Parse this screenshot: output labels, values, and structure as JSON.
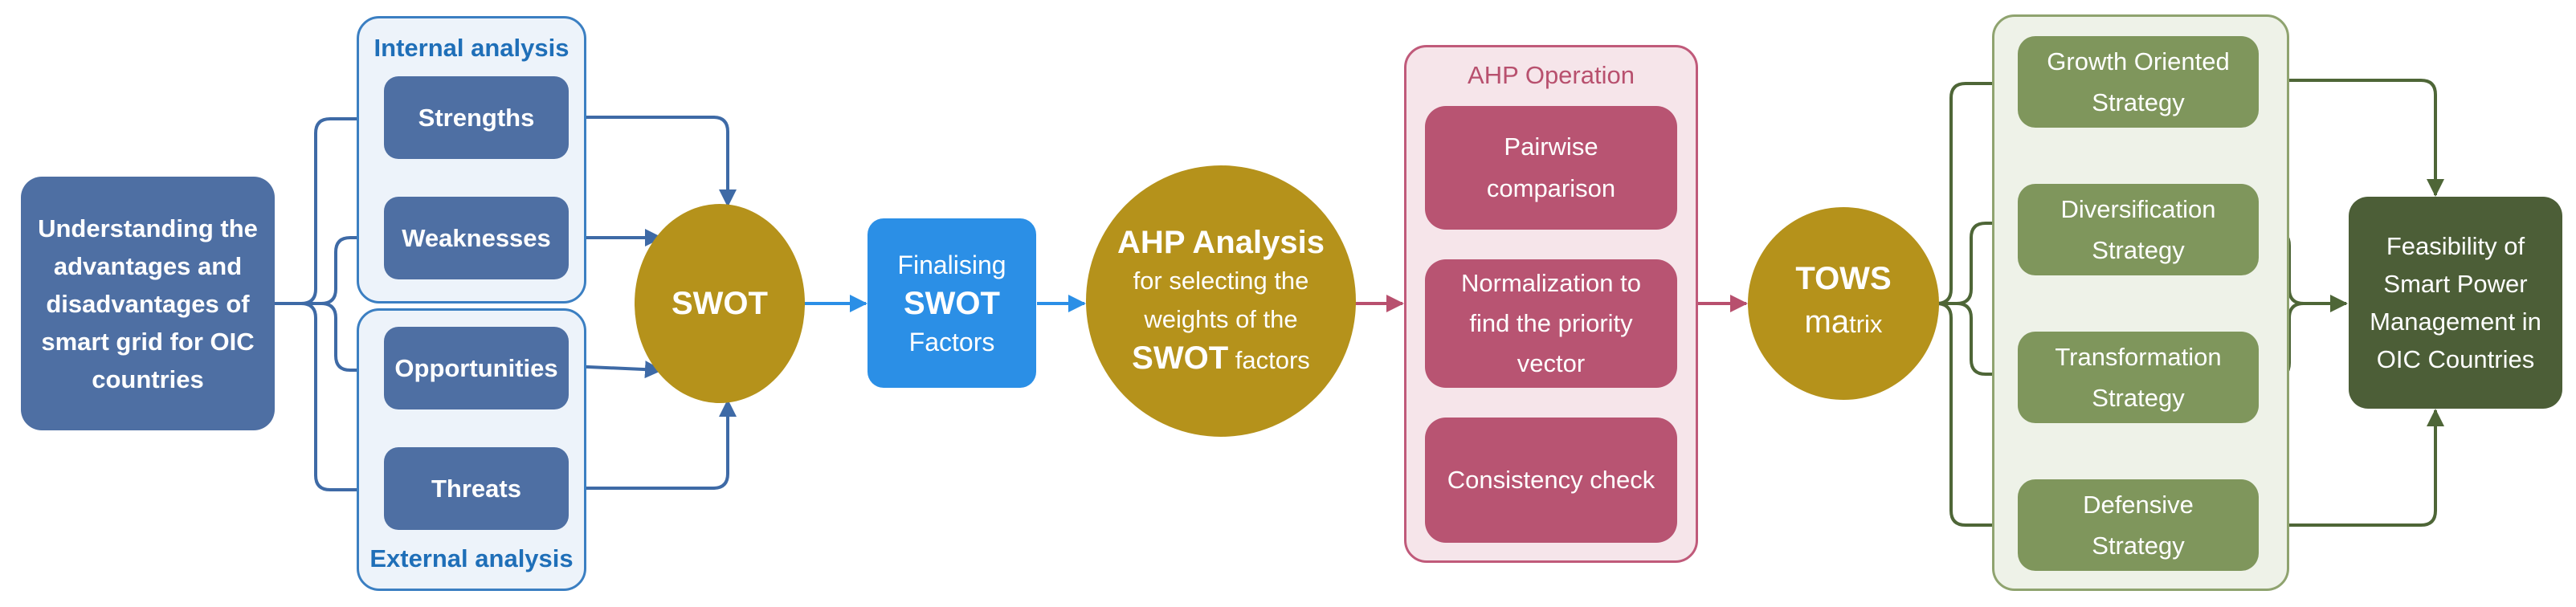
{
  "colors": {
    "blue_node": "#4e6fa3",
    "blue_border": "#3b7fc2",
    "blue_group_fill": "#edf3fa",
    "blue_text": "#1f6fb8",
    "bright_blue": "#2b8fe6",
    "gold": "#b5921b",
    "crimson": "#b85472",
    "crimson_group_fill": "#f6e5ea",
    "olive": "#7f965c",
    "olive_group_fill": "#eef2e8",
    "olive_dark": "#556b3d",
    "dark_green": "#4c5e37",
    "arrow_blue": "#3e6aa6",
    "arrow_crimson": "#b8506e",
    "arrow_green": "#4e6637"
  },
  "nodes": {
    "understanding": [
      "Understanding the",
      "advantages and",
      "disadvantages of",
      "smart grid for OIC",
      "countries"
    ],
    "internal_label": "Internal analysis",
    "external_label": "External analysis",
    "strengths": "Strengths",
    "weaknesses": "Weaknesses",
    "opportunities": "Opportunities",
    "threats": "Threats",
    "swot": "SWOT",
    "finalising": {
      "line1": "Finalising",
      "line2": "SWOT",
      "line3": "Factors"
    },
    "ahp_analysis": {
      "title": "AHP Analysis",
      "line2": "for selecting the",
      "line3": "weights of the",
      "line4_bold": "SWOT",
      "line4_rest": " factors"
    },
    "ahp_operation_label": "AHP Operation",
    "pairwise": [
      "Pairwise",
      "comparison"
    ],
    "normalization": [
      "Normalization to",
      "find the priority",
      "vector"
    ],
    "consistency": "Consistency check",
    "tows": {
      "line1": "TOWS",
      "line2_big": "ma",
      "line2_small": "trix"
    },
    "growth": [
      "Growth Oriented",
      "Strategy"
    ],
    "diversification": [
      "Diversification",
      "Strategy"
    ],
    "transformation": [
      "Transformation",
      "Strategy"
    ],
    "defensive": [
      "Defensive",
      "Strategy"
    ],
    "feasibility": [
      "Feasibility of",
      "Smart Power",
      "Management in",
      "OIC Countries"
    ]
  }
}
